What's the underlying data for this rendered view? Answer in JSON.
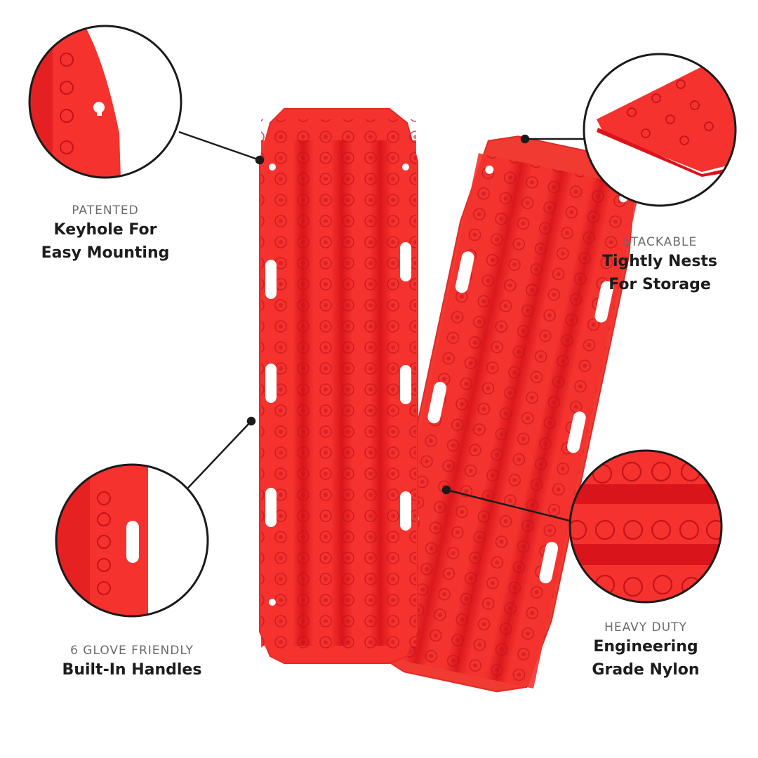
{
  "product": {
    "color": "#f5322e",
    "shade": "#d8161a",
    "highlight": "#ff5a50"
  },
  "callouts": [
    {
      "id": "keyhole",
      "kicker": "PATENTED",
      "title_line1": "Keyhole For",
      "title_line2": "Easy Mounting"
    },
    {
      "id": "stackable",
      "kicker": "STACKABLE",
      "title_line1": "Tightly Nests",
      "title_line2": "For Storage"
    },
    {
      "id": "handles",
      "kicker": "6 GLOVE FRIENDLY",
      "title_line1": "Built-In Handles",
      "title_line2": ""
    },
    {
      "id": "nylon",
      "kicker": "HEAVY DUTY",
      "title_line1": "Engineering",
      "title_line2": "Grade Nylon"
    }
  ],
  "colors": {
    "line": "#1a1a1a",
    "kicker": "#6b6b6b",
    "title": "#1c1c1c",
    "background": "#ffffff"
  }
}
